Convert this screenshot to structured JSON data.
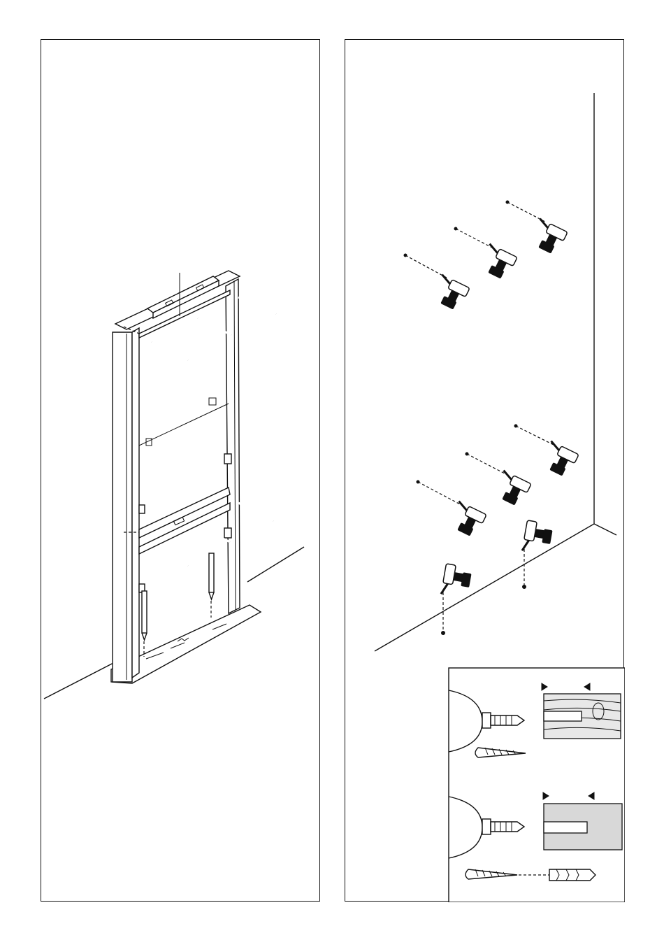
{
  "figure": {
    "left_panel": {
      "content": "frame-installation-illustration"
    },
    "right_panel": {
      "content": "wall-drilling-illustration"
    },
    "detail_box": {
      "rows": [
        "wood-wall-fixing",
        "masonry-wall-fixing"
      ]
    },
    "colors": {
      "line": "#111111",
      "background": "#ffffff",
      "wood": "#e8e8e8",
      "stone": "#d8d8d8"
    }
  }
}
